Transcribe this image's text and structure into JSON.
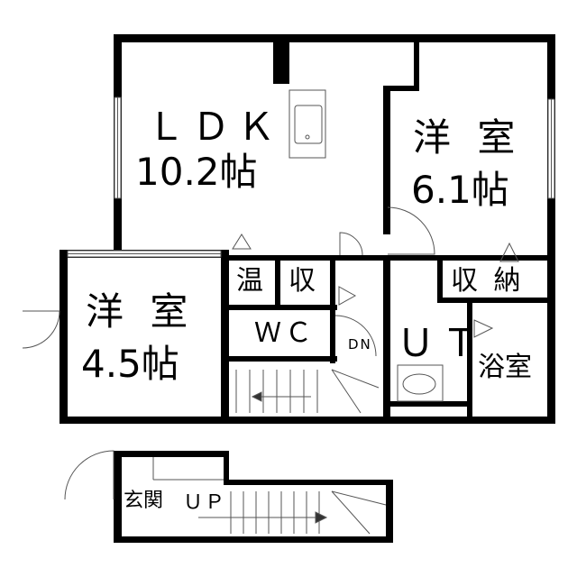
{
  "rooms": {
    "ldk": {
      "name": "ＬＤＫ",
      "size": "10.2帖"
    },
    "western_61": {
      "name": "洋 室",
      "size": "6.1帖"
    },
    "western_45": {
      "name": "洋 室",
      "size": "4.5帖"
    },
    "water_heater": "温",
    "storage_small": "収",
    "storage": "収 納",
    "wc": "ＷＣ",
    "down": "DN",
    "utility": "ＵＴ",
    "bath": "浴室",
    "entrance": "玄関",
    "up": "ＵＰ"
  }
}
